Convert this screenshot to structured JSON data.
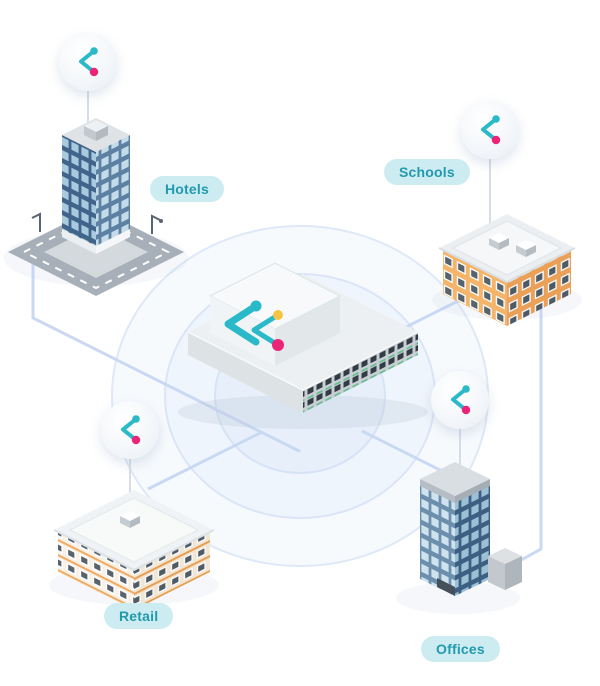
{
  "diagram": {
    "description": "Isometric network illustration: central network switch connected to four building types",
    "center_device": {
      "id": "network-switch",
      "icon": "brand-logo-icon"
    },
    "nodes": [
      {
        "id": "hotels",
        "label": "Hotels"
      },
      {
        "id": "schools",
        "label": "Schools"
      },
      {
        "id": "retail",
        "label": "Retail"
      },
      {
        "id": "offices",
        "label": "Offices"
      }
    ],
    "colors": {
      "label_bg": "#cdecf2",
      "label_text": "#229aae",
      "connection_line": "#c9d8f3",
      "ripple_stroke": "#dce7f7",
      "brand_teal": "#2ab9c9",
      "brand_pink": "#ec2478",
      "brand_yellow": "#f6c445",
      "building_blue_dark": "#41658a",
      "building_blue_light": "#5d81a3",
      "building_orange": "#f2b168",
      "roof_gray": "#eceff1"
    }
  }
}
